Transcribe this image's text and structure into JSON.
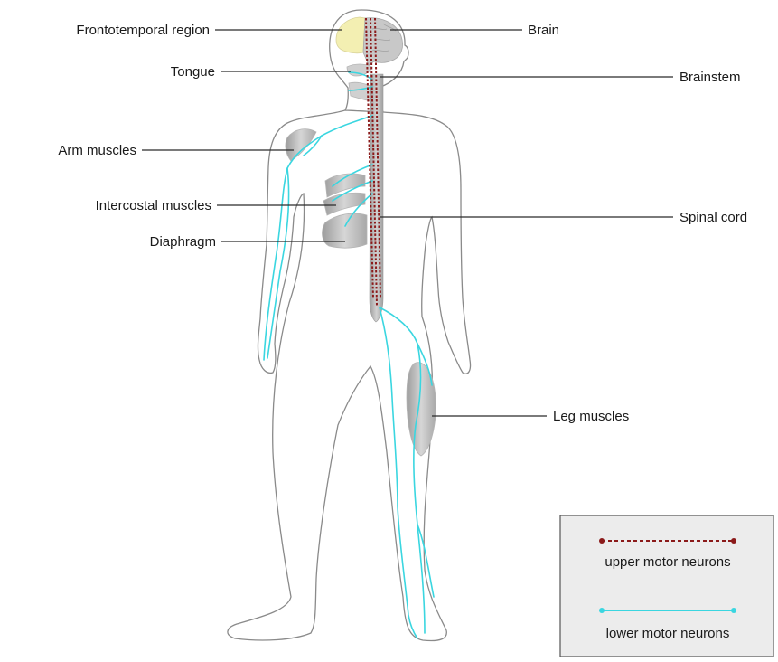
{
  "labels": {
    "frontotemporal": "Frontotemporal region",
    "tongue": "Tongue",
    "arm_muscles": "Arm muscles",
    "intercostal": "Intercostal muscles",
    "diaphragm": "Diaphragm",
    "brain": "Brain",
    "brainstem": "Brainstem",
    "spinal_cord": "Spinal cord",
    "leg_muscles": "Leg muscles"
  },
  "legend": {
    "upper": "upper motor neurons",
    "lower": "lower motor neurons"
  },
  "colors": {
    "upper_motor_neuron": "#8b1a1a",
    "lower_motor_neuron": "#3ad6e0",
    "brain": "#c8c8c8",
    "frontotemporal": "#f3efb2",
    "muscle": "#b9b9b9",
    "legend_background": "#ececec"
  }
}
